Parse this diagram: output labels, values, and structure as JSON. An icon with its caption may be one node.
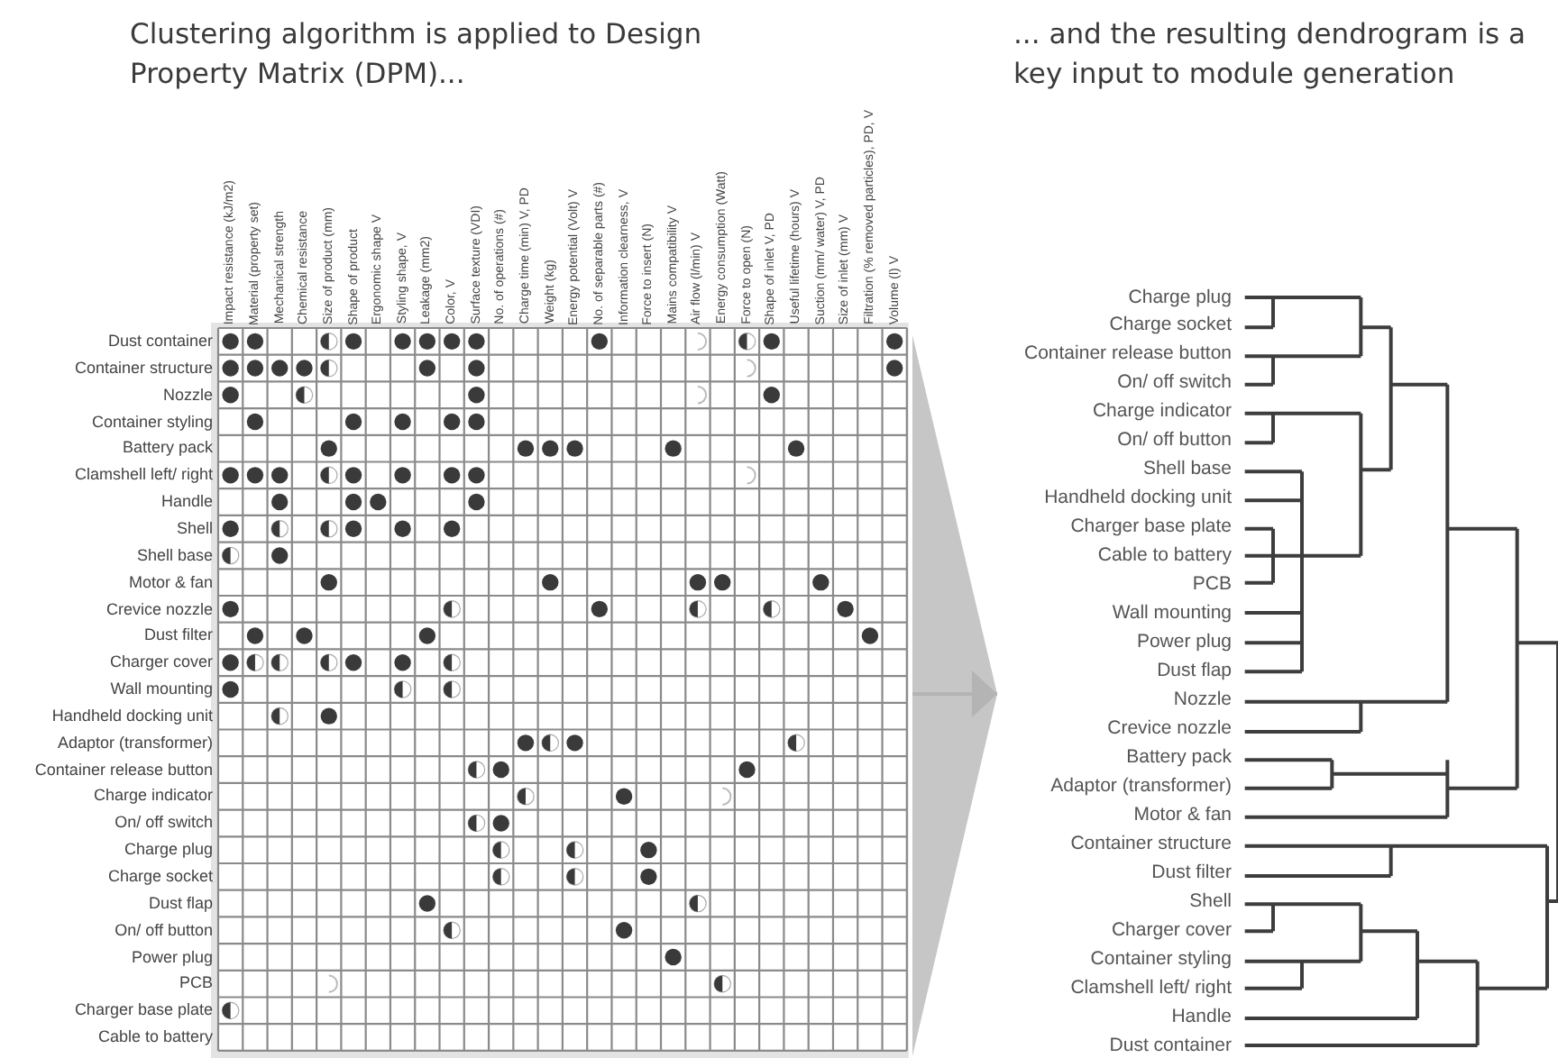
{
  "diagram": {
    "nodes": [
      {
        "text": [],
        "shape": "picture"
      },
      {
        "text": [
          "... and the resulting dendrogram is a key input to module generation"
        ]
      }
    ],
    "edges": [
      {
        "from": 0,
        "to": 1,
        "arrow": "to"
      }
    ],
    "labels": [
      "Clustering algorithm is applied to Design Property Matrix (DPM)...",
      "Impact resistance (kJ/m2)",
      "Material (property set)",
      "Mechanical strength",
      "Chemical resistance",
      "Size of product (mm)",
      "Shape of product",
      "Ergonomic shape V",
      "Styling shape, V",
      "Leakage (mm2)",
      "Color, V",
      "Surface texture (VDI)",
      "No. of operations (#)",
      "Charge time (min) V, PD",
      "Weight (kg)",
      "Energy potential (Volt) V",
      "No. of separable parts (#)",
      "Information clearness, V",
      "Force to insert (N)",
      "Mains compatibility V",
      "Air flow (l/min) V",
      "Energy consumption (Watt)",
      "Force to open (N)",
      "Shape of inlet V, PD",
      "Useful lifetime (hours) V",
      "Suction (mm/ water) V, PD",
      "Size of inlet (mm) V",
      "Filtration (% removed particles), PD, V",
      "Volume (l) V",
      "Dust container",
      "Container structure",
      "Nozzle",
      "Container styling",
      "Battery pack",
      "Clamshell left/ right",
      "Handle",
      "Shell",
      "Shell base",
      "Motor & fan",
      "Crevice nozzle",
      "Dust filter",
      "Charger cover",
      "Wall mounting",
      "Handheld docking unit",
      "Adaptor (transformer)",
      "Container release button",
      "Charge indicator",
      "On/ off switch",
      "Charge plug",
      "Charge socket",
      "Dust flap",
      "On/ off button",
      "Power plug",
      "PCB",
      "Charger base plate",
      "Cable to battery",
      "Charge plug",
      "Charge socket",
      "Container release button",
      "On/ off switch",
      "Charge indicator",
      "On/ off button",
      "Shell base",
      "Handheld docking unit",
      "Charger base plate",
      "Cable to battery",
      "PCB",
      "Wall mounting",
      "Power plug",
      "Dust flap",
      "Nozzle",
      "Crevice nozzle",
      "Battery pack",
      "Adaptor (transformer)",
      "Motor & fan",
      "Container structure",
      "Dust filter",
      "Shell",
      "Charger cover",
      "Container styling",
      "Clamshell left/ right",
      "Handle",
      "Dust container"
    ]
  }
}
